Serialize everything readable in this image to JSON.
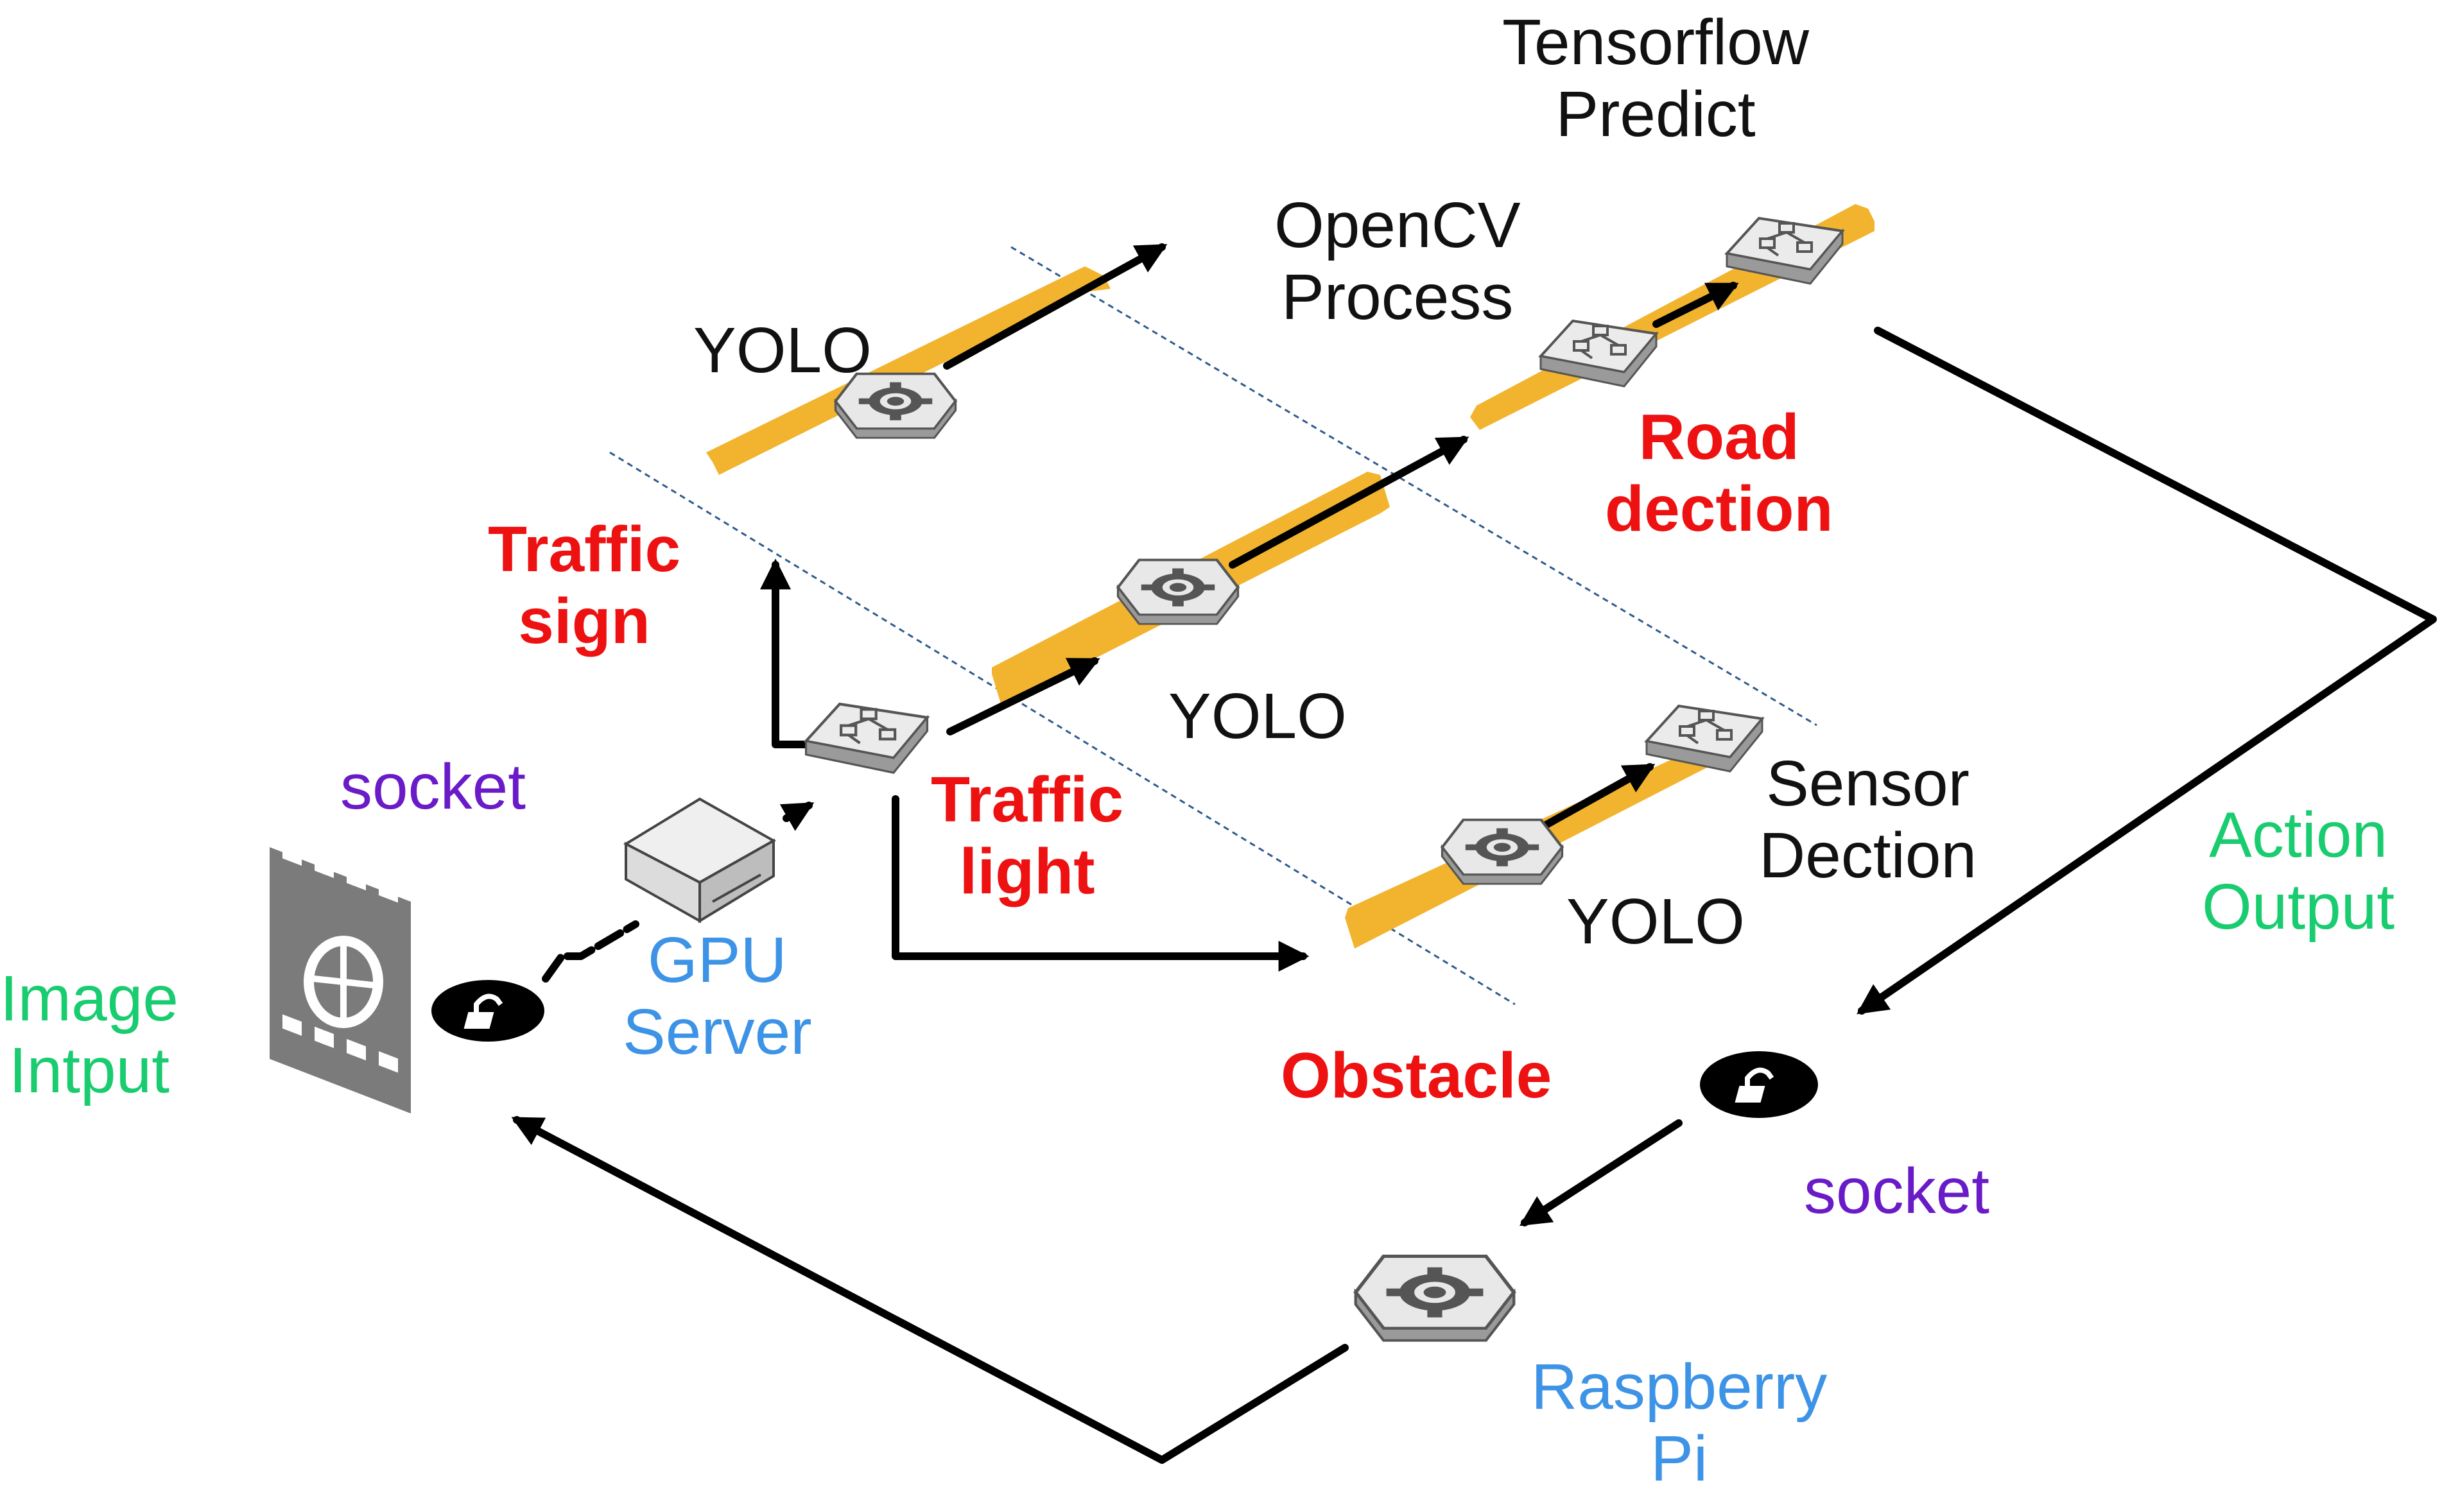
{
  "labels": {
    "tensorflow": [
      "Tensorflow",
      "Predict"
    ],
    "opencv": [
      "OpenCV",
      "Process"
    ],
    "yolo_top": "YOLO",
    "road": [
      "Road",
      "dection"
    ],
    "traffic_sign": [
      "Traffic",
      "sign"
    ],
    "yolo_mid": "YOLO",
    "sensor": [
      "Sensor",
      "Dection"
    ],
    "yolo_bottom": "YOLO",
    "traffic_light": [
      "Traffic",
      "light"
    ],
    "socket_left": "socket",
    "socket_right": "socket",
    "gpu": [
      "GPU",
      "Server"
    ],
    "image_input": [
      "Image",
      "Intput"
    ],
    "obstacle": "Obstacle",
    "action_output": [
      "Action",
      "Output"
    ],
    "raspberry": [
      "Raspberry",
      "Pi"
    ]
  },
  "colors": {
    "lane": "#f2b42e",
    "arrow": "#000000",
    "divider": "#2e5b8c",
    "heading_red": "#ee1111",
    "socket_purple": "#6a1bc8",
    "hardware_blue": "#3d93e6",
    "io_green": "#19cc6f"
  },
  "icons": {
    "processing": "gear-icon",
    "flow": "flowchart-icon",
    "video": "film-reel-icon",
    "socket": "lock-icon",
    "server": "server-box-icon"
  }
}
